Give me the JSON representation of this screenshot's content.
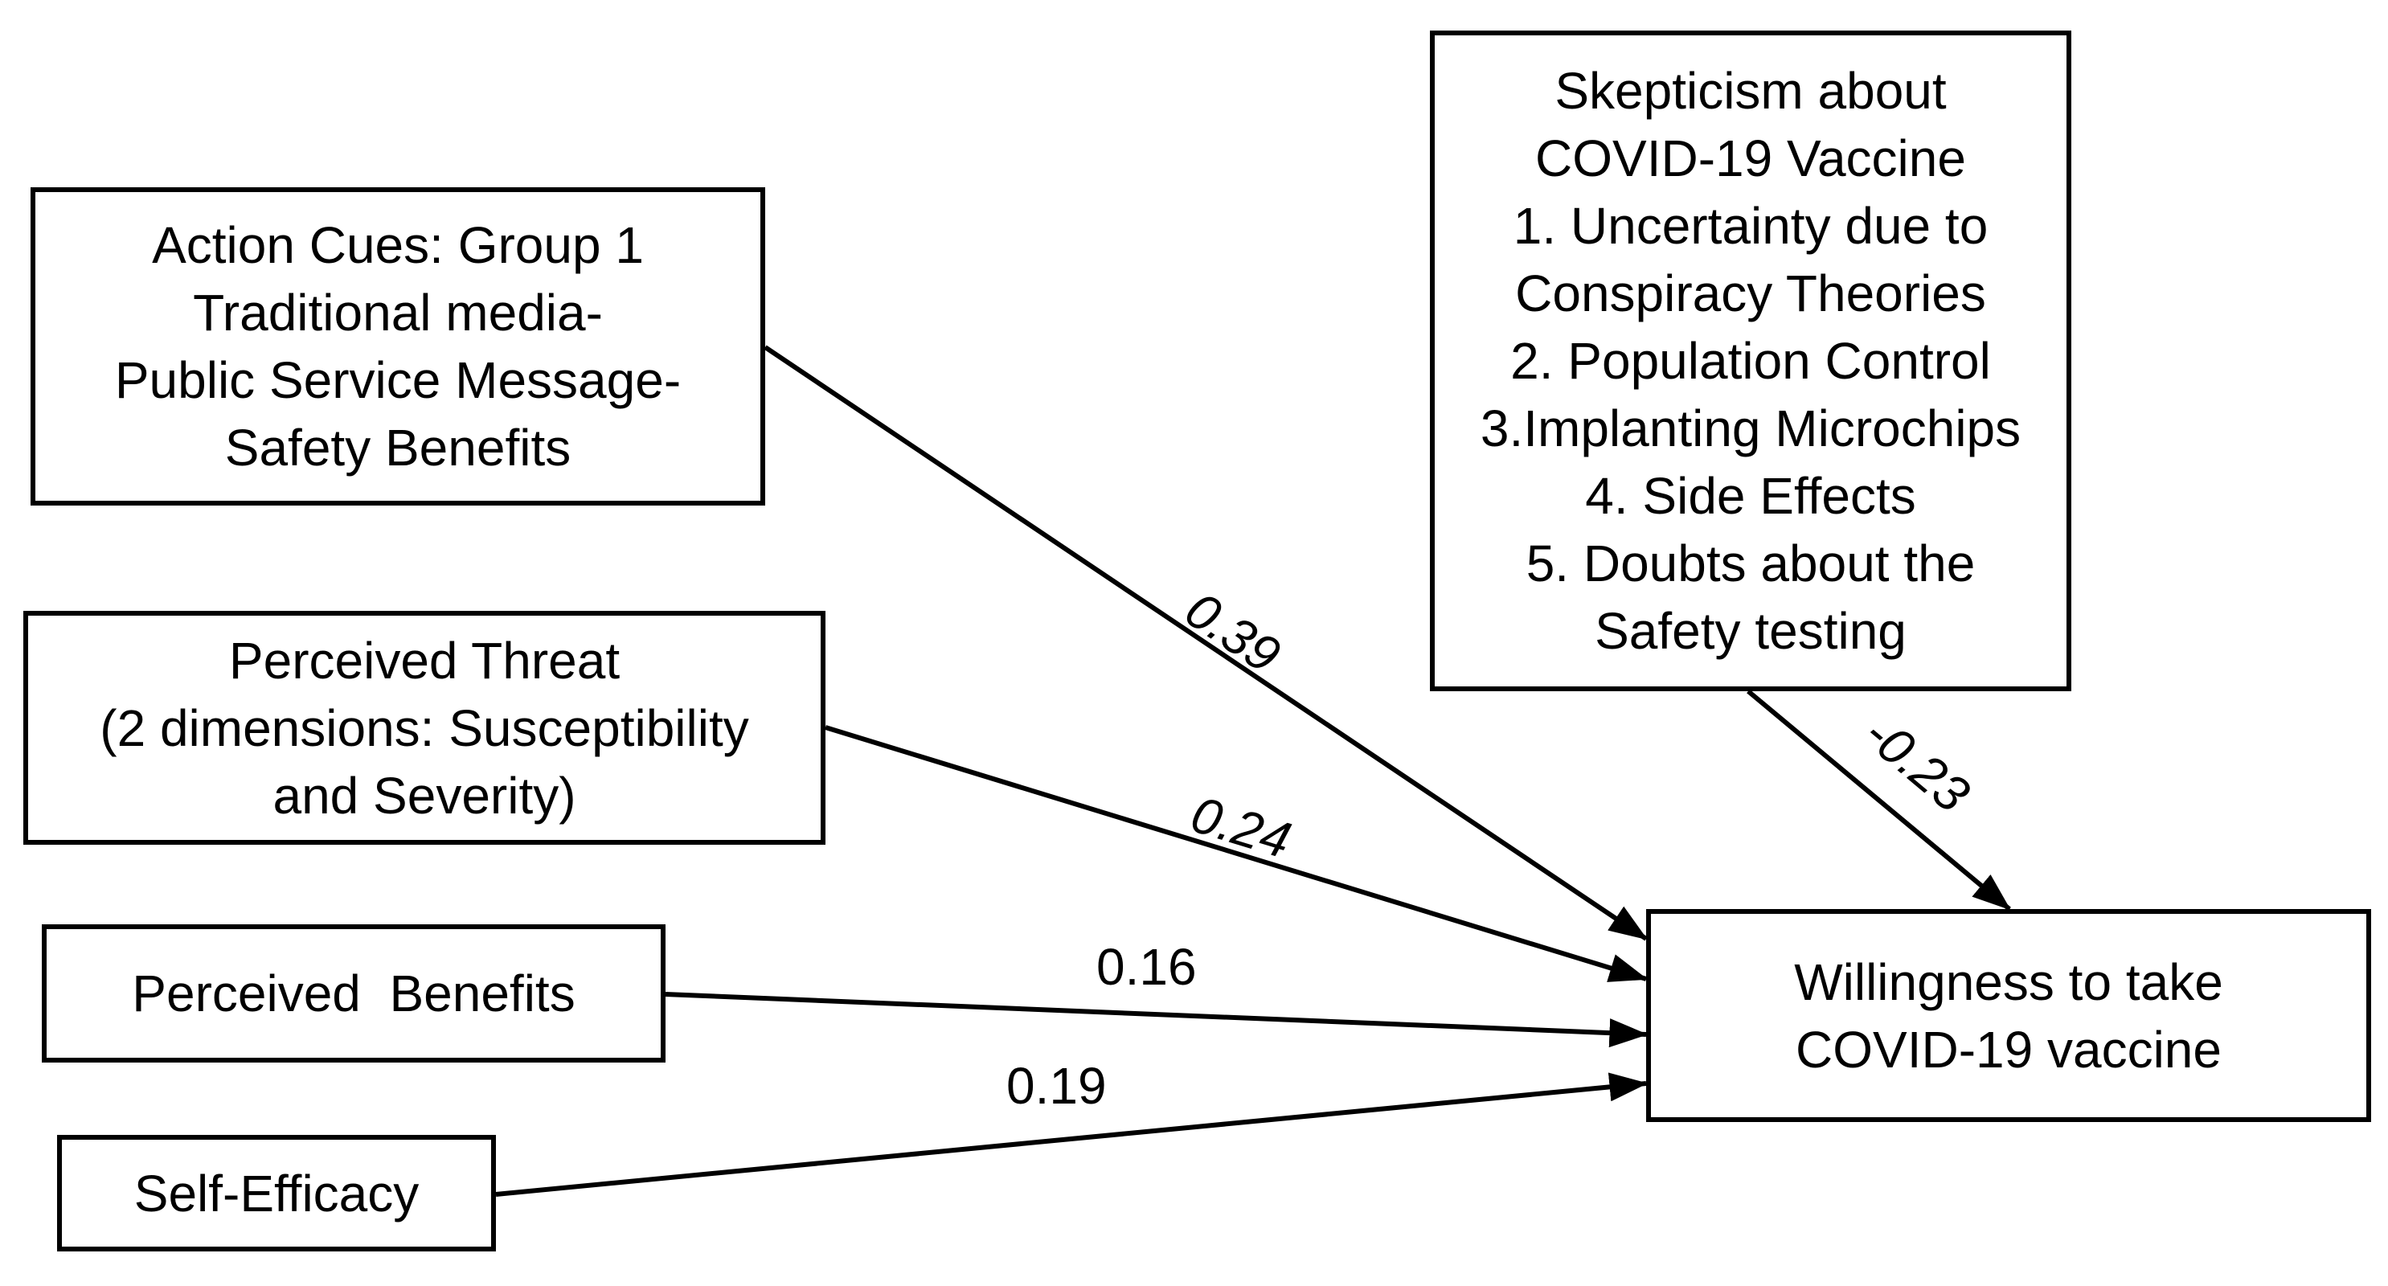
{
  "nodes": {
    "action_cues": {
      "lines": [
        "Action Cues: Group 1",
        "Traditional media-",
        "Public Service Message-",
        "Safety Benefits"
      ]
    },
    "perceived_threat": {
      "lines": [
        "Perceived Threat",
        "(2 dimensions: Susceptibility",
        "and Severity)"
      ]
    },
    "perceived_benefits": {
      "lines": [
        "Perceived  Benefits"
      ]
    },
    "self_efficacy": {
      "lines": [
        "Self-Efficacy"
      ]
    },
    "skepticism": {
      "lines": [
        "Skepticism about",
        "COVID-19 Vaccine",
        "1. Uncertainty due to",
        "Conspiracy Theories",
        "2. Population Control",
        "3.Implanting Microchips",
        "4. Side Effects",
        "5. Doubts about the",
        "Safety testing"
      ]
    },
    "willingness": {
      "lines": [
        "Willingness to take",
        "COVID-19 vaccine"
      ]
    }
  },
  "edges": [
    {
      "from": "action_cues",
      "to": "willingness",
      "coefficient": "0.39"
    },
    {
      "from": "perceived_threat",
      "to": "willingness",
      "coefficient": "0.24"
    },
    {
      "from": "perceived_benefits",
      "to": "willingness",
      "coefficient": "0.16"
    },
    {
      "from": "self_efficacy",
      "to": "willingness",
      "coefficient": "0.19"
    },
    {
      "from": "skepticism",
      "to": "willingness",
      "coefficient": "-0.23"
    }
  ]
}
